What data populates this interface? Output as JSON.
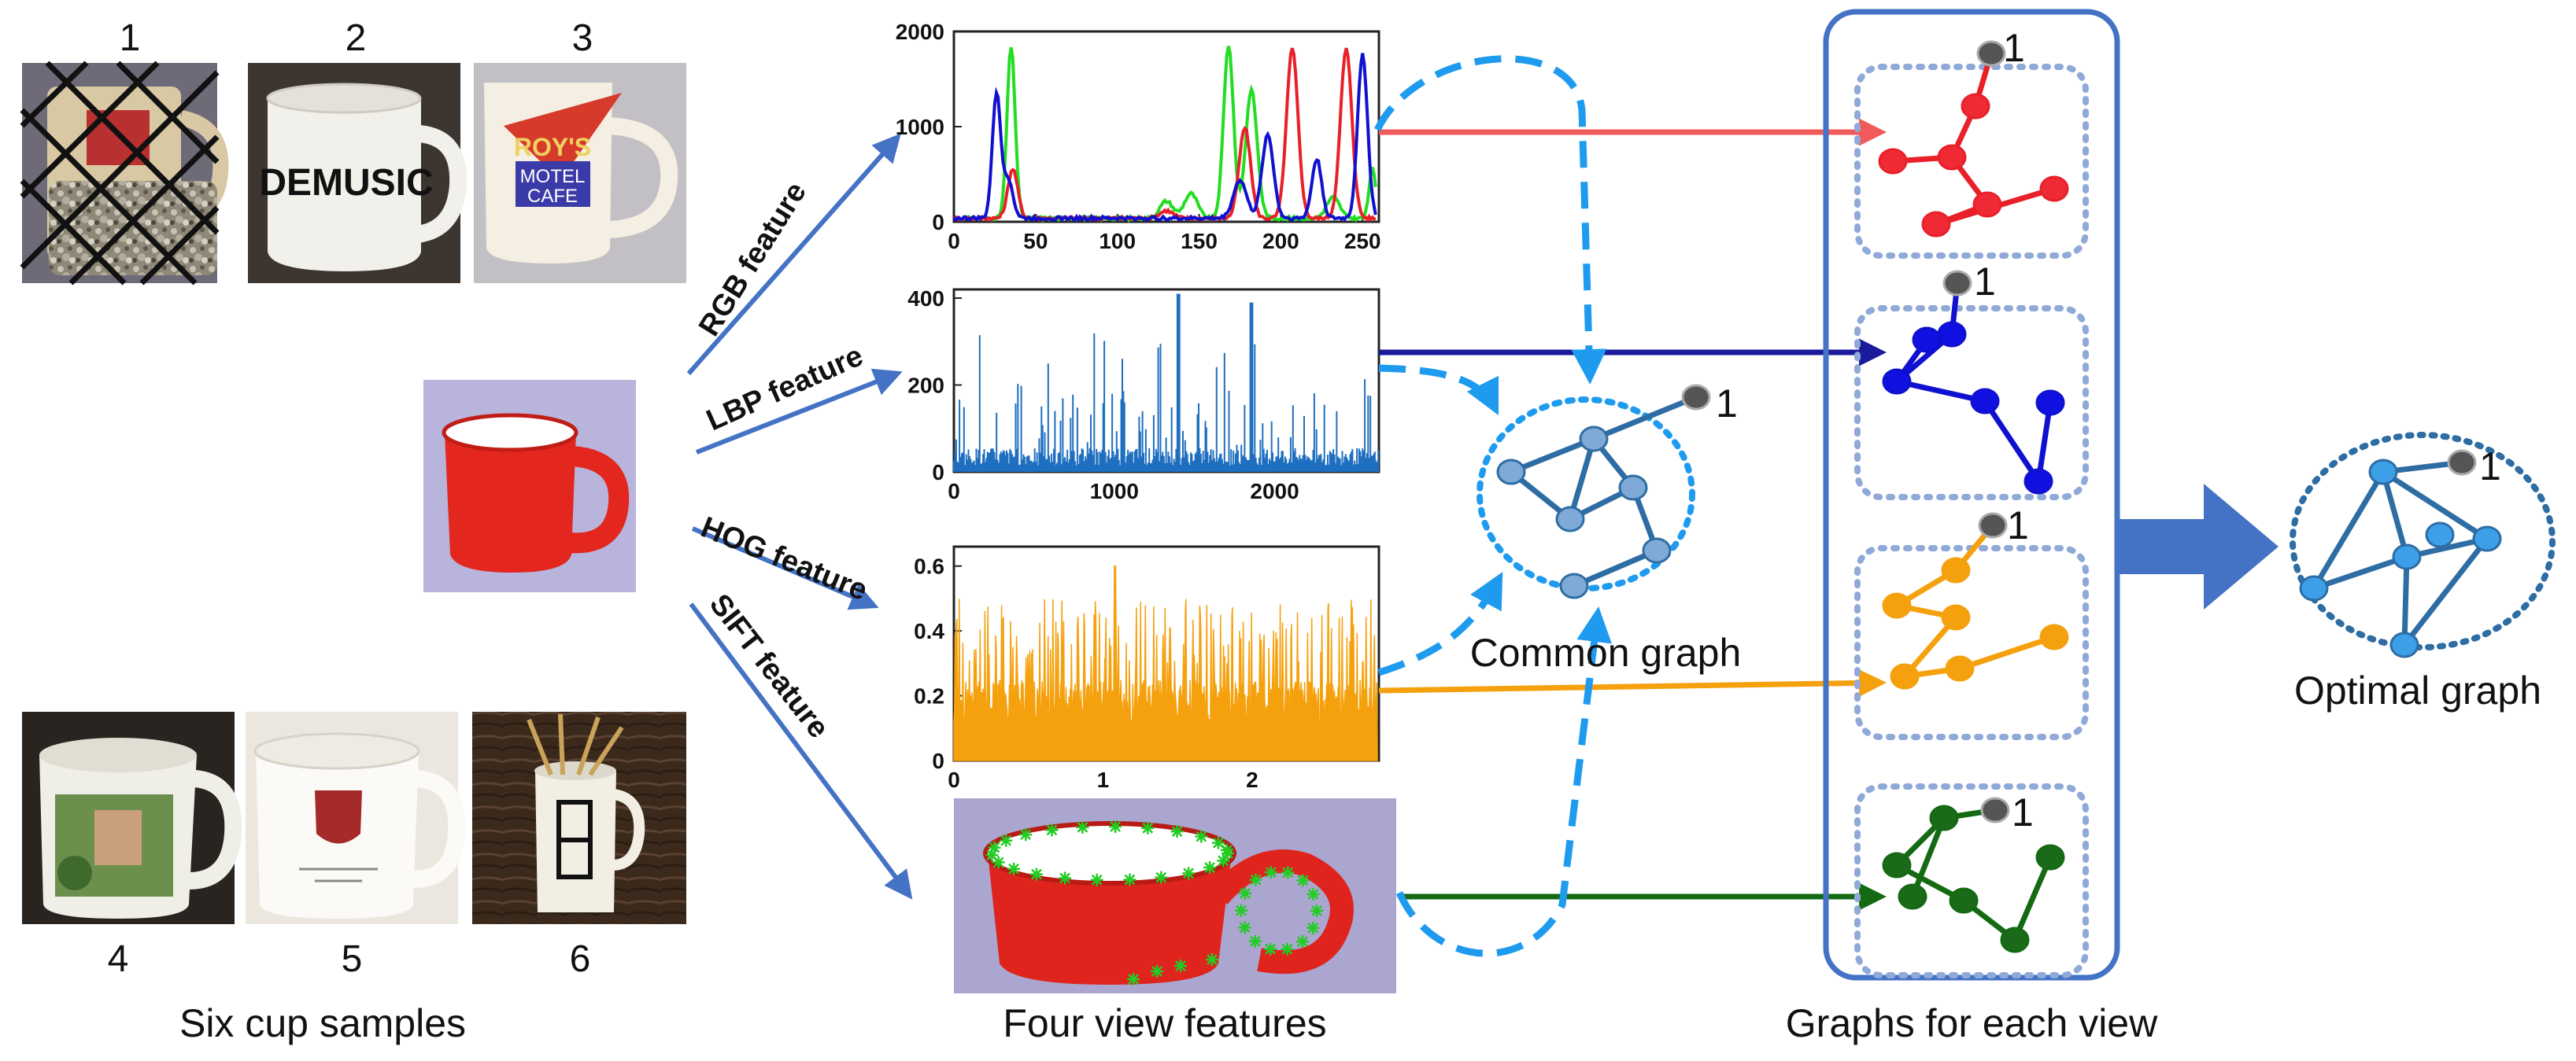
{
  "samples": {
    "numbers": [
      "1",
      "2",
      "3",
      "4",
      "5",
      "6"
    ],
    "mug_texts": [
      "DEMUSIC",
      "ROY'S",
      "MOTEL",
      "CAFE"
    ],
    "caption": "Six cup samples"
  },
  "features": {
    "rgb": "RGB feature",
    "lbp": "LBP feature",
    "hog": "HOG feature",
    "sift": "SIFT feature",
    "caption": "Four view features"
  },
  "charts": {
    "rgb": {
      "yticks": [
        "0",
        "1000",
        "2000"
      ],
      "xticks": [
        "0",
        "50",
        "100",
        "150",
        "200",
        "250"
      ]
    },
    "lbp": {
      "yticks": [
        "0",
        "200",
        "400"
      ],
      "xticks": [
        "0",
        "1000",
        "2000"
      ]
    },
    "hog": {
      "yticks": [
        "0",
        "0.2",
        "0.4",
        "0.6"
      ],
      "xticks": [
        "0",
        "1",
        "2"
      ]
    }
  },
  "common_graph": {
    "caption": "Common graph",
    "node_label": "1"
  },
  "view_graphs": {
    "caption": "Graphs for each view",
    "node_label": "1"
  },
  "optimal_graph": {
    "caption": "Optimal graph",
    "node_label": "1"
  },
  "colors": {
    "red": "#e8202a",
    "blue": "#1010d0",
    "orange": "#f5a10e",
    "green": "#136a13",
    "steel": "#2e6da4",
    "light": "#3d8fd8",
    "dashed_blue": "#1e9bef",
    "panel": "#4472c4"
  }
}
